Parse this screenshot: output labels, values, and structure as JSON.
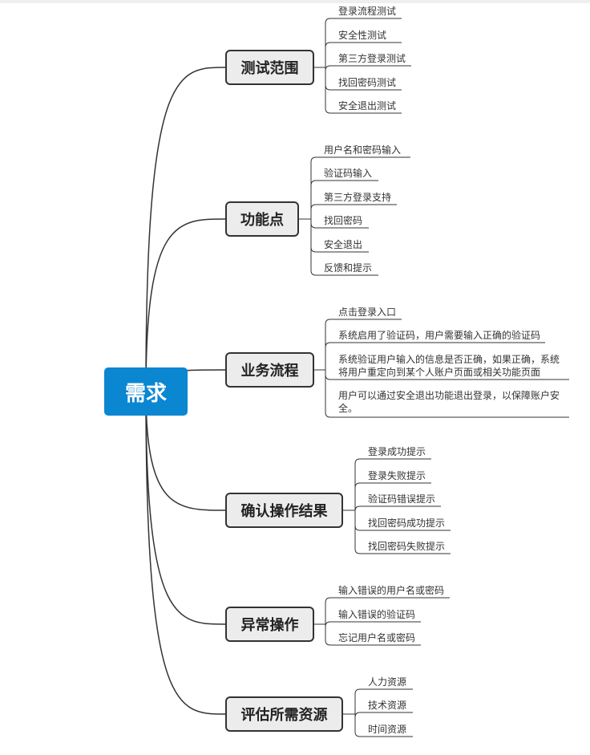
{
  "root": {
    "label": "需求"
  },
  "branches": [
    {
      "id": "scope",
      "label": "测试范围",
      "items": [
        "登录流程测试",
        "安全性测试",
        "第三方登录测试",
        "找回密码测试",
        "安全退出测试"
      ]
    },
    {
      "id": "features",
      "label": "功能点",
      "items": [
        "用户名和密码输入",
        "验证码输入",
        "第三方登录支持",
        "找回密码",
        "安全退出",
        "反馈和提示"
      ]
    },
    {
      "id": "workflow",
      "label": "业务流程",
      "items": [
        "点击登录入口",
        "系统启用了验证码，用户需要输入正确的验证码",
        "系统验证用户输入的信息是否正确，如果正确，系统将用户重定向到某个人账户页面或相关功能页面",
        "用户可以通过安全退出功能退出登录，以保障账户安全。"
      ]
    },
    {
      "id": "results",
      "label": "确认操作结果",
      "items": [
        "登录成功提示",
        "登录失败提示",
        "验证码错误提示",
        "找回密码成功提示",
        "找回密码失败提示"
      ]
    },
    {
      "id": "exceptions",
      "label": "异常操作",
      "items": [
        "输入错误的用户名或密码",
        "输入错误的验证码",
        "忘记用户名或密码"
      ]
    },
    {
      "id": "resources",
      "label": "评估所需资源",
      "items": [
        "人力资源",
        "技术资源",
        "时间资源"
      ]
    }
  ],
  "colors": {
    "root": "#0b86d1",
    "branch_fill": "#ececec",
    "line": "#333333"
  }
}
